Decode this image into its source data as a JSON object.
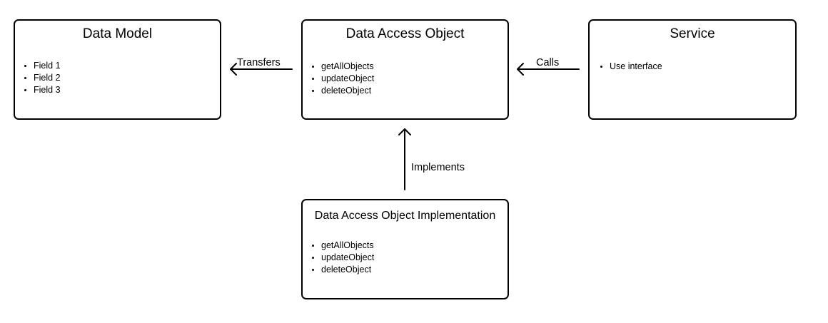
{
  "nodes": {
    "data_model": {
      "title": "Data Model",
      "items": [
        "Field 1",
        "Field 2",
        "Field 3"
      ]
    },
    "dao": {
      "title": "Data Access Object",
      "items": [
        "getAllObjects",
        "updateObject",
        "deleteObject"
      ]
    },
    "service": {
      "title": "Service",
      "items": [
        "Use interface"
      ]
    },
    "dao_impl": {
      "title": "Data Access Object Implementation",
      "items": [
        "getAllObjects",
        "updateObject",
        "deleteObject"
      ]
    }
  },
  "edges": {
    "transfers": {
      "label": "Transfers",
      "from": "Data Access Object",
      "to": "Data Model"
    },
    "calls": {
      "label": "Calls",
      "from": "Service",
      "to": "Data Access Object"
    },
    "implements": {
      "label": "Implements",
      "from": "Data Access Object Implementation",
      "to": "Data Access Object"
    }
  }
}
